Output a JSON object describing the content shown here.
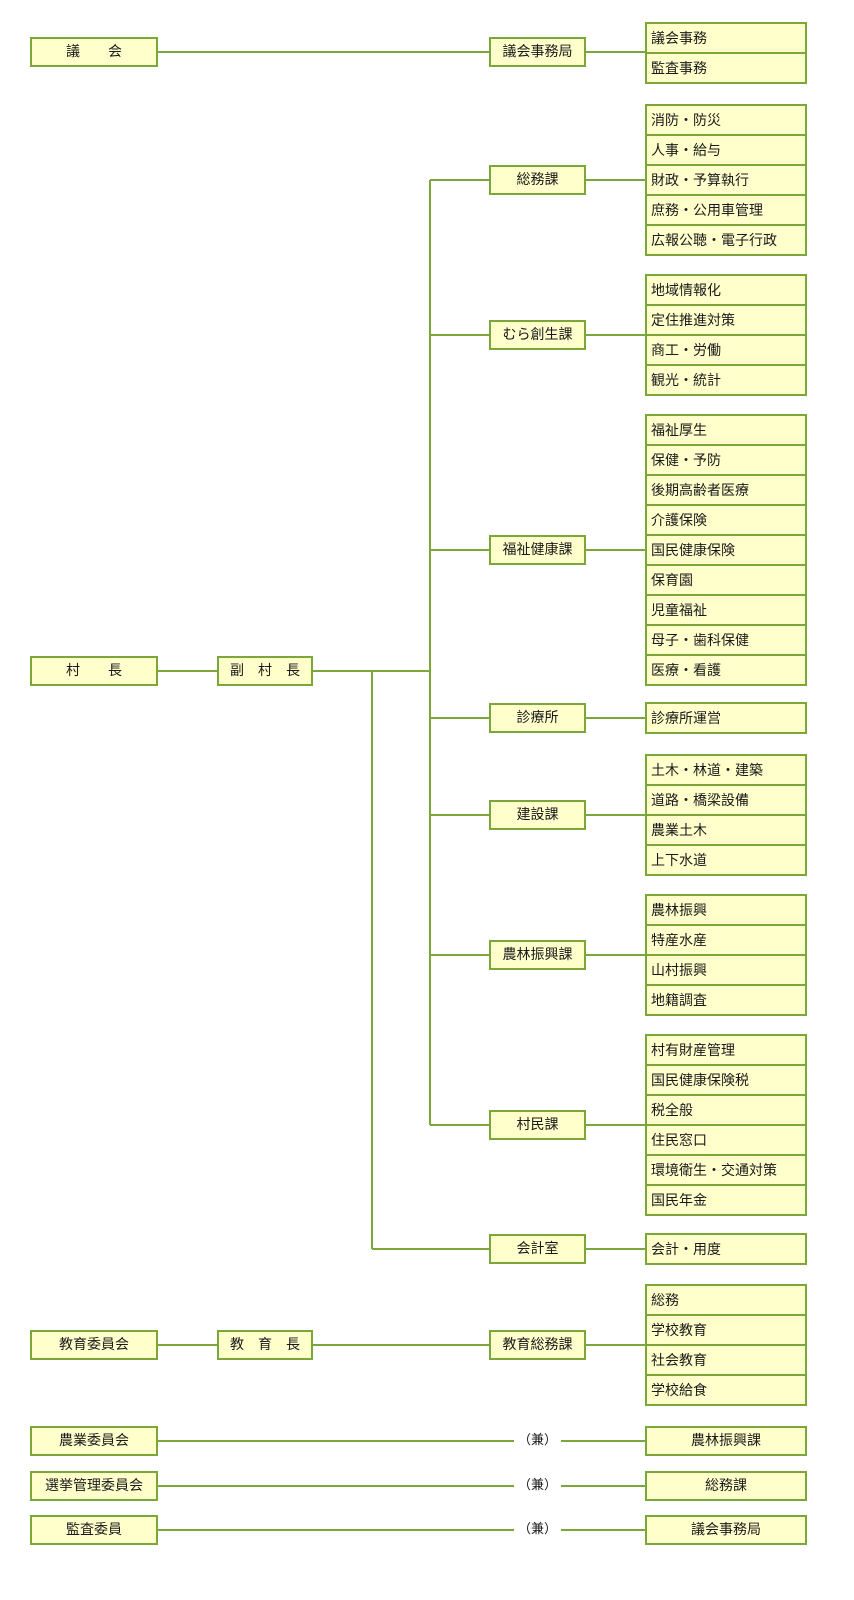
{
  "gikai": {
    "label": "議　　会",
    "office": "議会事務局",
    "duties": [
      "議会事務",
      "監査事務"
    ]
  },
  "sonchou": "村　　長",
  "fuku_sonchou": "副　村　長",
  "departments": [
    {
      "name": "総務課",
      "duties": [
        "消防・防災",
        "人事・給与",
        "財政・予算執行",
        "庶務・公用車管理",
        "広報公聴・電子行政"
      ]
    },
    {
      "name": "むら創生課",
      "duties": [
        "地域情報化",
        "定住推進対策",
        "商工・労働",
        "観光・統計"
      ]
    },
    {
      "name": "福祉健康課",
      "duties": [
        "福祉厚生",
        "保健・予防",
        "後期高齢者医療",
        "介護保険",
        "国民健康保険",
        "保育園",
        "児童福祉",
        "母子・歯科保健",
        "医療・看護"
      ]
    },
    {
      "name": "診療所",
      "duties": [
        "診療所運営"
      ]
    },
    {
      "name": "建設課",
      "duties": [
        "土木・林道・建築",
        "道路・橋梁設備",
        "農業土木",
        "上下水道"
      ]
    },
    {
      "name": "農林振興課",
      "duties": [
        "農林振興",
        "特産水産",
        "山村振興",
        "地籍調査"
      ]
    },
    {
      "name": "村民課",
      "duties": [
        "村有財産管理",
        "国民健康保険税",
        "税全般",
        "住民窓口",
        "環境衛生・交通対策",
        "国民年金"
      ]
    },
    {
      "name": "会計室",
      "duties": [
        "会計・用度"
      ]
    }
  ],
  "education": {
    "board": "教育委員会",
    "head": "教　育　長",
    "section": "教育総務課",
    "duties": [
      "総務",
      "学校教育",
      "社会教育",
      "学校給食"
    ]
  },
  "committees": [
    {
      "name": "農業委員会",
      "concurrent_label": "（兼）",
      "target": "農林振興課"
    },
    {
      "name": "選挙管理委員会",
      "concurrent_label": "（兼）",
      "target": "総務課"
    },
    {
      "name": "監査委員",
      "concurrent_label": "（兼）",
      "target": "議会事務局"
    }
  ],
  "colors": {
    "border": "#7aa63a",
    "fill": "#ffffcc",
    "line": "#7aa63a"
  }
}
